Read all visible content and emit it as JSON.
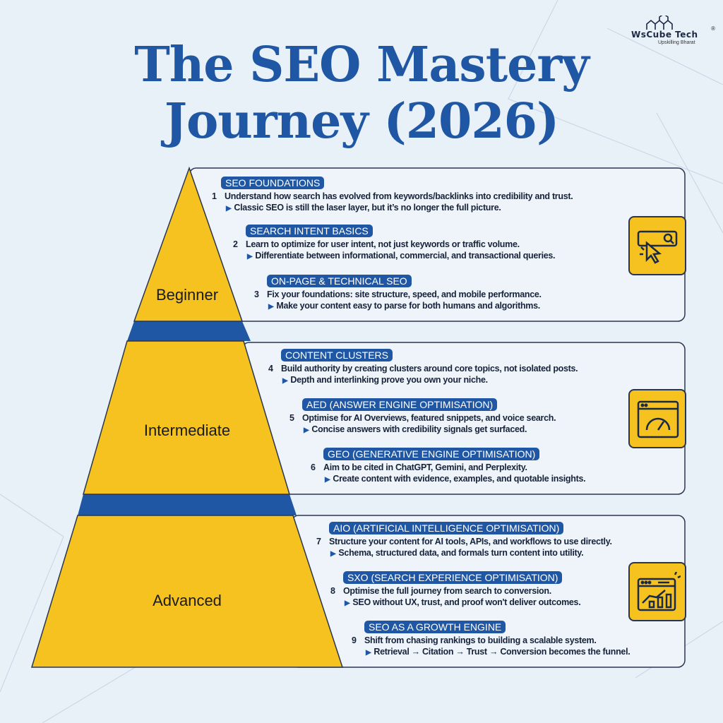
{
  "brand": {
    "name": "WsCube Tech",
    "registered": "®",
    "tagline": "Upskilling Bharat"
  },
  "title": {
    "line1": "The SEO Mastery",
    "line2": "Journey (2026)"
  },
  "colors": {
    "accent": "#1f57a4",
    "yellow": "#f6c21f",
    "background": "#e9f1f8"
  },
  "levels": [
    {
      "label": "Beginner",
      "icon": "cursor-click-search-icon",
      "items": [
        {
          "num": "1",
          "tag": "SEO FOUNDATIONS",
          "text": "Understand how search has evolved from keywords/backlinks into credibility and trust.",
          "sub": "Classic SEO is still the laser layer, but it’s no longer the full picture."
        },
        {
          "num": "2",
          "tag": "SEARCH INTENT BASICS",
          "text": "Learn to optimize for user intent, not just keywords or traffic volume.",
          "sub": "Differentiate between informational, commercial, and transactional queries."
        },
        {
          "num": "3",
          "tag": "ON-PAGE & TECHNICAL SEO",
          "text": "Fix your foundations: site structure, speed, and mobile performance.",
          "sub": "Make your content easy to parse for both humans and algorithms."
        }
      ]
    },
    {
      "label": "Intermediate",
      "icon": "browser-gauge-icon",
      "items": [
        {
          "num": "4",
          "tag": "CONTENT CLUSTERS",
          "text": "Build authority by creating clusters around core topics, not isolated posts.",
          "sub": "Depth and interlinking prove you own your niche."
        },
        {
          "num": "5",
          "tag": "AED (ANSWER ENGINE OPTIMISATION)",
          "text": "Optimise for AI Overviews, featured snippets, and voice search.",
          "sub": "Concise answers with credibility signals get surfaced."
        },
        {
          "num": "6",
          "tag": "GEO (GENERATIVE ENGINE OPTIMISATION)",
          "text": "Aim to be cited in ChatGPT, Gemini, and Perplexity.",
          "sub": "Create content with evidence, examples, and quotable insights."
        }
      ]
    },
    {
      "label": "Advanced",
      "icon": "browser-growth-chart-icon",
      "items": [
        {
          "num": "7",
          "tag": "AIO (ARTIFICIAL INTELLIGENCE OPTIMISATION)",
          "text": "Structure your content for AI tools, APIs, and workflows to use directly.",
          "sub": "Schema, structured data, and formals turn content into utility."
        },
        {
          "num": "8",
          "tag": "SXO (SEARCH EXPERIENCE OPTIMISATION)",
          "text": "Optimise the full journey from search to conversion.",
          "sub": "SEO without UX, trust, and proof won't deliver outcomes."
        },
        {
          "num": "9",
          "tag": "SEO AS A GROWTH ENGINE",
          "text": "Shift from chasing rankings to building a scalable system.",
          "sub": "Retrieval → Citation → Trust → Conversion becomes the funnel."
        }
      ]
    }
  ],
  "arrow_glyph": "▶"
}
